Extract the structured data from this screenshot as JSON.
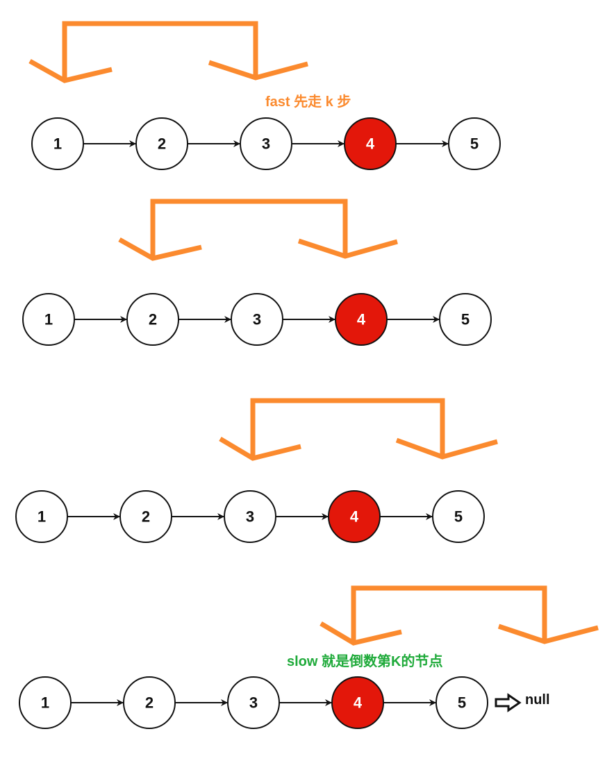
{
  "diagram": {
    "nodes": [
      "1",
      "2",
      "3",
      "4",
      "5"
    ],
    "highlight_node": "4",
    "colors": {
      "bracket": "#fb8a2e",
      "highlight_fill": "#e3170a",
      "fast_label": "#fb8a2e",
      "slow_label": "#1faa3a",
      "node_stroke": "#111111"
    },
    "steps": [
      {
        "annotation": "fast 先走 k 步",
        "from_node": "1",
        "to_node": "3"
      },
      {
        "annotation": "",
        "from_node": "2",
        "to_node": "4"
      },
      {
        "annotation": "",
        "from_node": "3",
        "to_node": "5"
      },
      {
        "annotation": "slow 就是倒数第K的节点",
        "from_node": "4",
        "to_node": "null"
      }
    ],
    "null_label": "null"
  }
}
